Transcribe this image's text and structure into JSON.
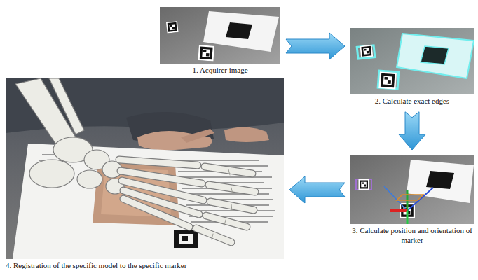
{
  "diagram": {
    "nodes": [
      {
        "text": [
          "1. Acquirer image"
        ]
      },
      {
        "text": [
          "2. Calculate exact edges"
        ]
      },
      {
        "text": [
          "3. Calculate position and orientation of marker"
        ]
      },
      {
        "text": [
          "4. Registration of the specific model to the specific marker"
        ]
      }
    ],
    "edges": [
      {
        "from": 0,
        "to": 1,
        "arrow": "to"
      },
      {
        "from": 1,
        "to": 2,
        "arrow": "to"
      },
      {
        "from": 2,
        "to": 3,
        "arrow": "to"
      }
    ]
  }
}
